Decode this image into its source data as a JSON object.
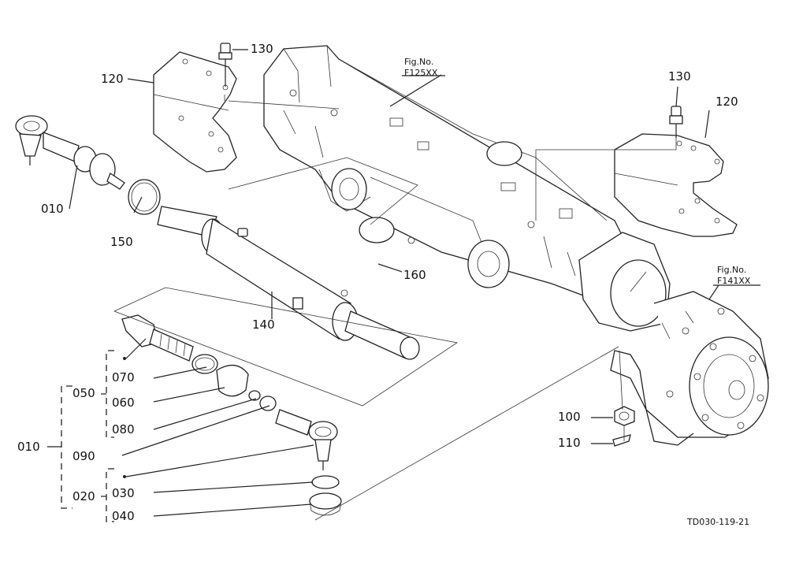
{
  "labels": {
    "l130a": "130",
    "l120a": "120",
    "l010a": "010",
    "l150": "150",
    "l140": "140",
    "l160": "160",
    "l130b": "130",
    "l120b": "120",
    "l070": "070",
    "l060": "060",
    "l080": "080",
    "l090": "090",
    "l050": "050",
    "l010b": "010",
    "l020": "020",
    "l030": "030",
    "l040": "040",
    "l100": "100",
    "l110": "110"
  },
  "figs": {
    "f125_line1": "Fig.No.",
    "f125_line2": "F125XX",
    "f141_line1": "Fig.No.",
    "f141_line2": "F141XX"
  },
  "drawing_code": "TD030-119-21"
}
